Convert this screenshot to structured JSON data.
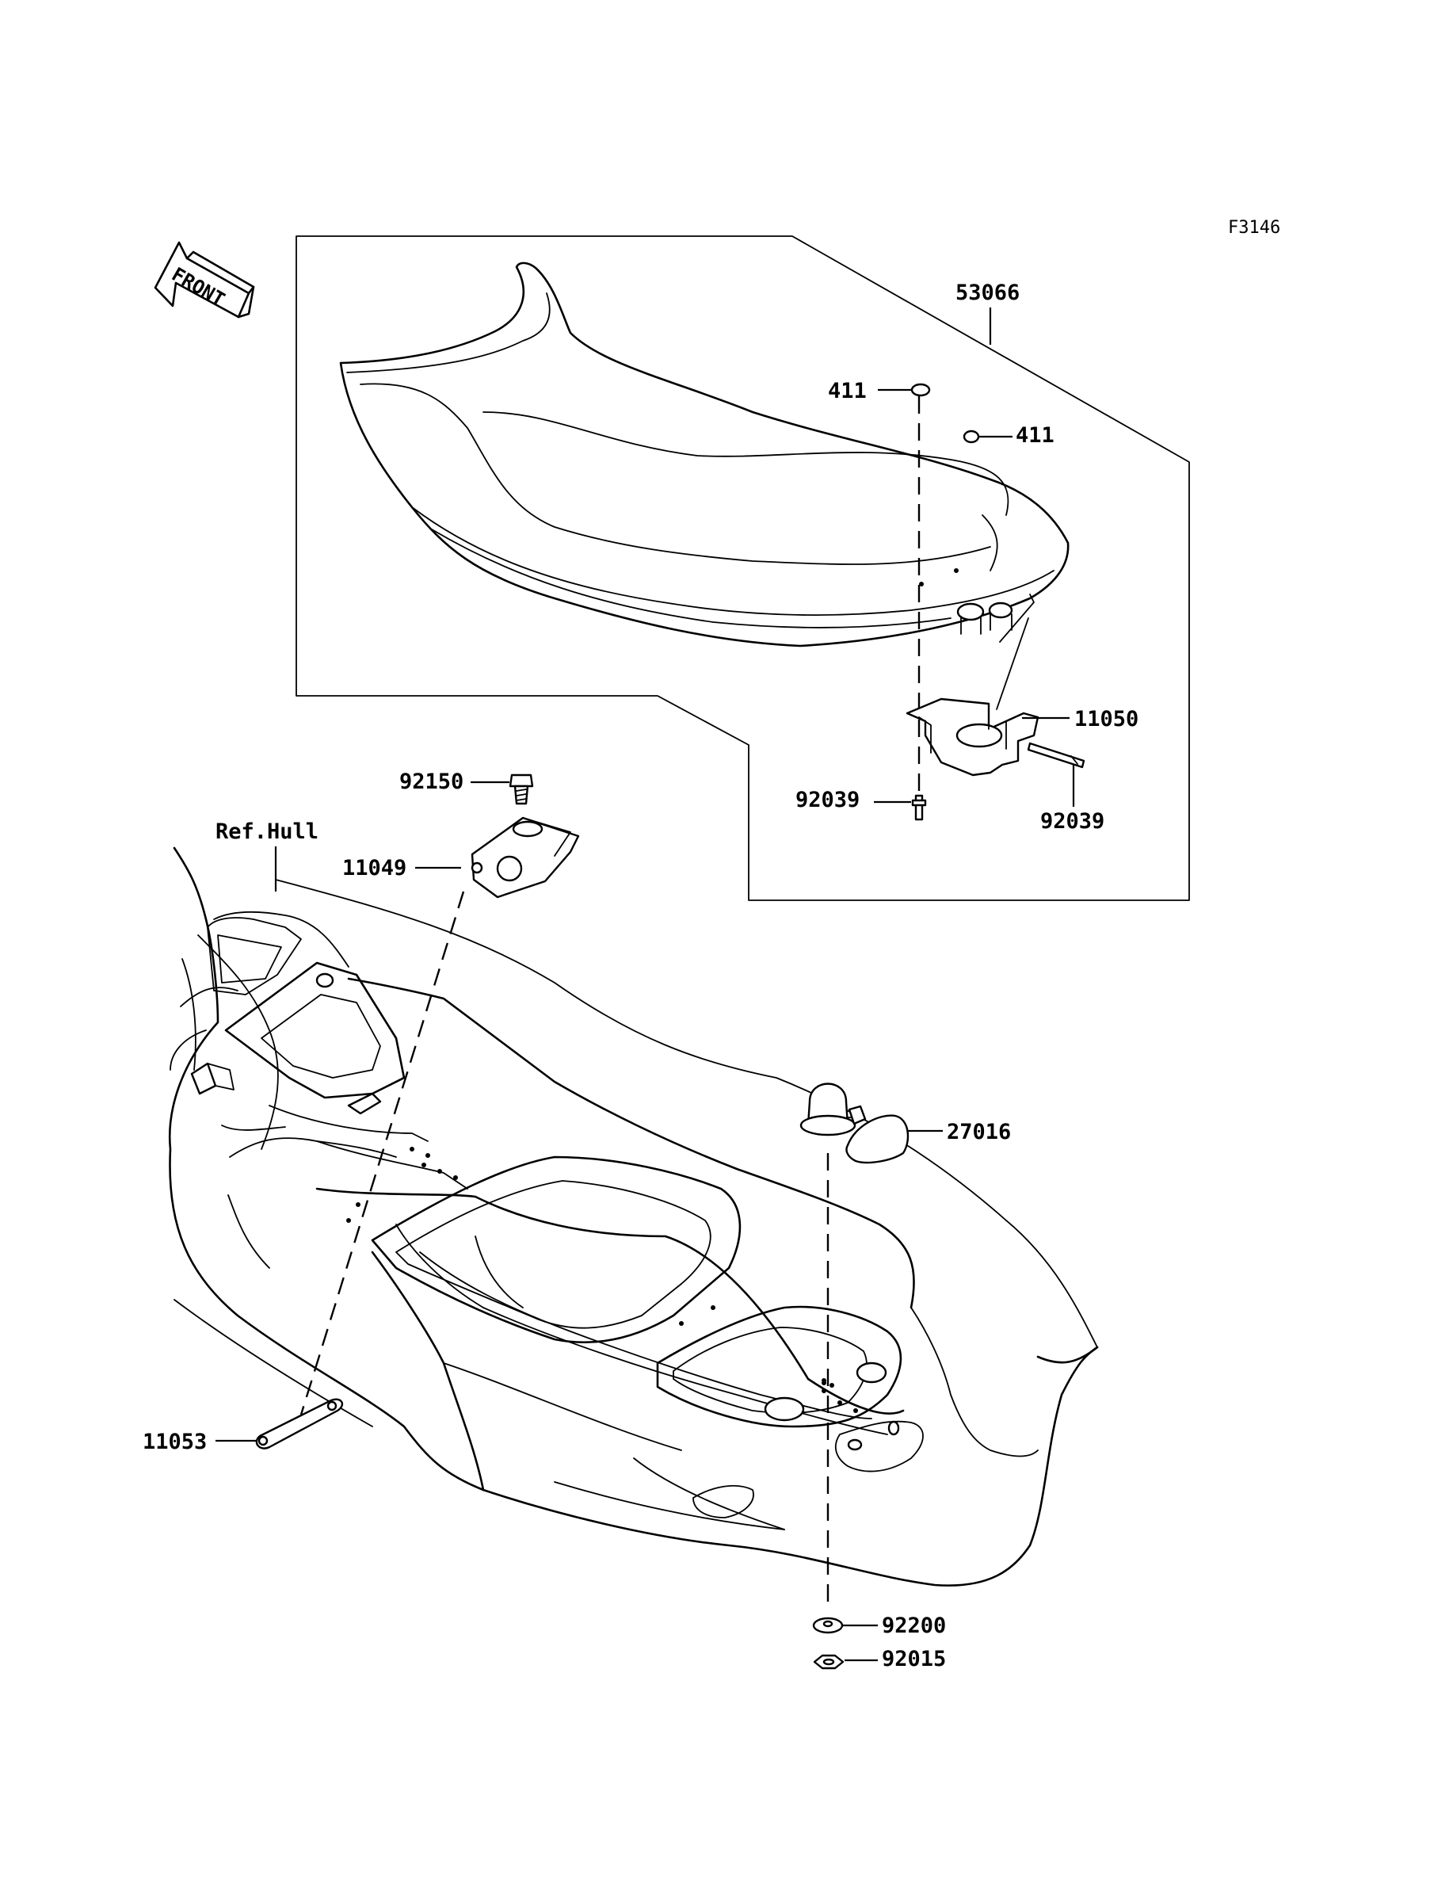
{
  "figure_id": "F3146",
  "front_label": "FRONT",
  "ref_label": "Ref.Hull",
  "parts": {
    "seat_assy": "53066",
    "cap_a": "411",
    "cap_b": "411",
    "latch_bracket": "11050",
    "pin_left": "92039",
    "pin_right": "92039",
    "bolt": "92150",
    "hull_bracket": "11049",
    "plate": "11053",
    "seat_lock": "27016",
    "washer": "92200",
    "nut": "92015"
  }
}
